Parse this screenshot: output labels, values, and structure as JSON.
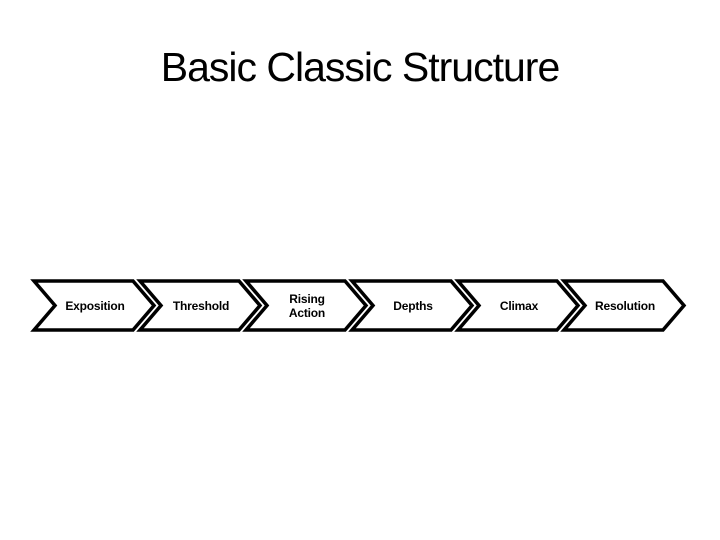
{
  "slide": {
    "title": "Basic Classic Structure",
    "background_color": "#ffffff"
  },
  "diagram": {
    "type": "chevron-process",
    "colors": {
      "shape_fill": "#ffffff",
      "shape_stroke": "#000000",
      "label_text": "#000000"
    },
    "steps": [
      {
        "label": "Exposition",
        "lines": [
          "Exposition"
        ]
      },
      {
        "label": "Threshold",
        "lines": [
          "Threshold"
        ]
      },
      {
        "label": "Rising Action",
        "lines": [
          "Rising",
          "Action"
        ]
      },
      {
        "label": "Depths",
        "lines": [
          "Depths"
        ]
      },
      {
        "label": "Climax",
        "lines": [
          "Climax"
        ]
      },
      {
        "label": "Resolution",
        "lines": [
          "Resolution"
        ]
      }
    ]
  }
}
